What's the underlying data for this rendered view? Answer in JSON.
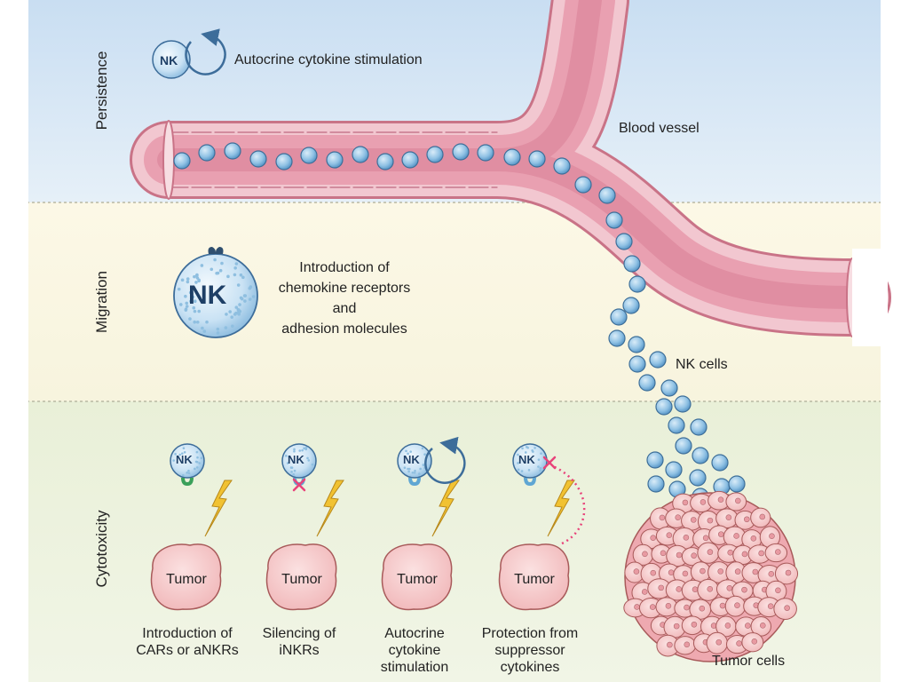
{
  "sections": {
    "persistence": "Persistence",
    "migration": "Migration",
    "cytotoxicity": "Cytotoxicity"
  },
  "labels": {
    "autocrine_top": "Autocrine cytokine stimulation",
    "blood_vessel": "Blood vessel",
    "migration_text": [
      "Introduction of",
      "chemokine receptors",
      "and",
      "adhesion molecules"
    ],
    "nk_cells": "NK cells",
    "tumor_cells": "Tumor cells",
    "nk": "NK",
    "tumor": "Tumor"
  },
  "strategies": [
    {
      "caption": [
        "Introduction of",
        "CARs or aNKRs"
      ],
      "receptor": "active"
    },
    {
      "caption": [
        "Silencing of",
        "iNKRs"
      ],
      "receptor": "silenced"
    },
    {
      "caption": [
        "Autocrine",
        "cytokine",
        "stimulation"
      ],
      "receptor": "autocrine"
    },
    {
      "caption": [
        "Protection from",
        "suppressor",
        "cytokines"
      ],
      "receptor": "protected"
    }
  ],
  "colors": {
    "band_persistence": "#dbeaf6",
    "band_migration": "#fbf7e3",
    "band_cytotoxicity": "#ecf2dc",
    "vessel": "#e9a7b5",
    "vessel_wall": "#c97387",
    "nk_cell": "#79b3dd",
    "tumor": "#f6c9c9",
    "tumor_edge": "#a85a5a",
    "lightning": "#f1c232",
    "inhibit": "#e8437a",
    "receptor_green": "#3aa05a",
    "receptor_blue": "#5fa6d3"
  },
  "icons": [
    "nk-cell-icon",
    "circular-arrow-icon",
    "lightning-icon",
    "inhibit-x-icon",
    "receptor-icon",
    "tumor-cell-icon"
  ]
}
